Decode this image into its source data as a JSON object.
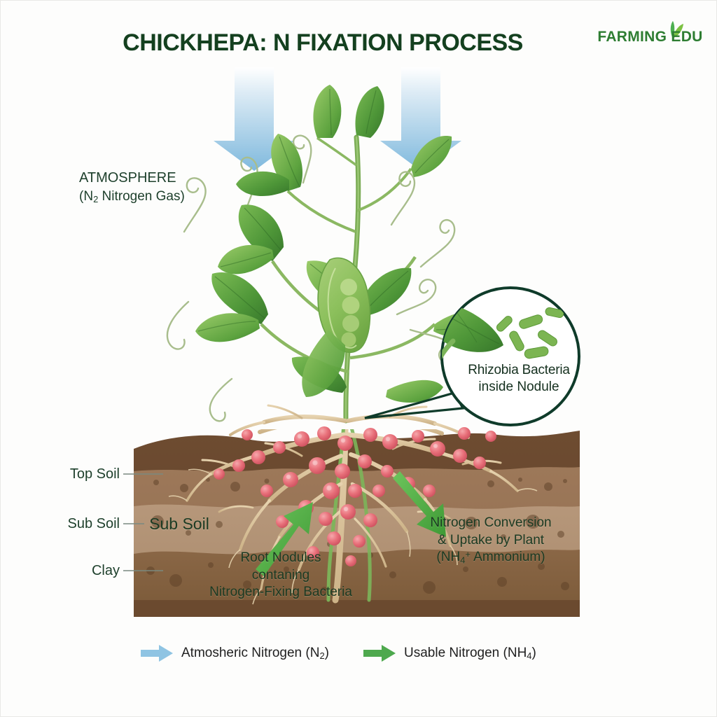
{
  "title": "CHICKHEPA: N FIXATION PROCESS",
  "logo": {
    "text": "FARMING EDU",
    "leaf_icon": "leaf-icon",
    "color": "#2e7d32"
  },
  "atmosphere": {
    "line1": "ATMOSPHERE",
    "line2_prefix": "(N",
    "line2_sub": "2",
    "line2_suffix": " Nitrogen Gas)"
  },
  "soil_layers": [
    {
      "label": "Top Soil",
      "color": "#6b4a31"
    },
    {
      "label": "Sub Soil",
      "color": "#9a7356"
    },
    {
      "label": "Clay",
      "color": "#8d6949"
    }
  ],
  "soil_inner_label": "Sub Soil",
  "magnifier": {
    "line1": "Rhizobia Bacteria",
    "line2": "inside Nodule",
    "bacteria_count": 6,
    "ring_color": "#0f3b2a"
  },
  "annotations": {
    "root_nodules": {
      "line1": "Root Nodules",
      "line2": "contaning",
      "line3": "Nitrogen-Fixing Bacteria"
    },
    "uptake": {
      "line1": "Nitrogen Conversion",
      "line2": "& Uptake by Plant",
      "line3_prefix": "(NH",
      "line3_sub": "4",
      "line3_sup": "+",
      "line3_suffix": " Ammonium)"
    }
  },
  "legend": [
    {
      "arrow_color": "#8fc4e3",
      "icon": "arrow-right-icon",
      "text_prefix": "Atmosheric Nitrogen (N",
      "text_sub": "2",
      "text_suffix": ")"
    },
    {
      "arrow_color": "#4ea94e",
      "icon": "arrow-right-icon",
      "text_prefix": "Usable Nitrogen (NH",
      "text_sub": "4",
      "text_suffix": ")"
    }
  ],
  "colors": {
    "title": "#14401f",
    "label_green": "#1d3f2b",
    "atmospheric_arrow": "#8fc4e3",
    "usable_arrow": "#4ea94e",
    "nodule": "#e8707a",
    "root": "#dcc49a",
    "stem": "#6aa84f"
  }
}
